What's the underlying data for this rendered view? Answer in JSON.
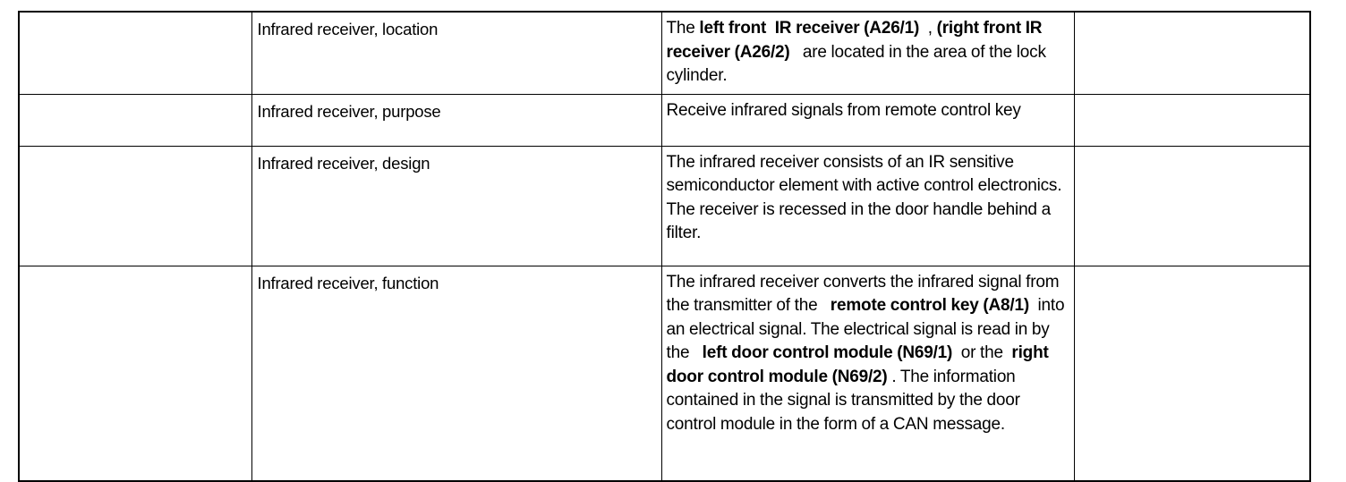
{
  "document": {
    "type": "specification-table",
    "background_color": "#ffffff",
    "text_color": "#000000",
    "border_color": "#000000",
    "columns": 4,
    "rows": 4
  },
  "table": {
    "rows": [
      {
        "col1": "",
        "label": "Infrared receiver, location",
        "description_plain": "The left front  IR receiver (A26/1)  , (right front IR receiver (A26/2)   are located in the area of the lock cylinder.",
        "description_runs": [
          {
            "text": "The ",
            "bold": false
          },
          {
            "text": "left front  IR receiver (A26/1)",
            "bold": true
          },
          {
            "text": "  , ",
            "bold": false
          },
          {
            "text": "(right front IR receiver (A26/2)",
            "bold": true
          },
          {
            "text": "   are located in the area of the lock cylinder.",
            "bold": false
          }
        ],
        "col4": ""
      },
      {
        "col1": "",
        "label": "Infrared receiver, purpose",
        "description_plain": "Receive infrared signals from remote control key",
        "description_runs": [
          {
            "text": "Receive infrared signals from remote control key",
            "bold": false
          }
        ],
        "col4": ""
      },
      {
        "col1": "",
        "label": "Infrared receiver, design",
        "description_plain": "The infrared receiver consists of an IR sensitive semiconductor element with active control electronics.\nThe receiver is recessed in the door handle behind a filter.",
        "description_runs": [
          {
            "text": "The infrared receiver consists of an IR sensitive semiconductor element with active control electronics.\nThe receiver is recessed in the door handle behind a filter.",
            "bold": false
          }
        ],
        "col4": ""
      },
      {
        "col1": "",
        "label": "Infrared receiver, function",
        "description_plain": "The infrared receiver converts the infrared signal from the transmitter of the   remote control key (A8/1)  into an electrical signal. The electrical signal is read in by the   left door control module (N69/1)  or the  right door control module (N69/2) . The information contained in the signal is transmitted by the door control module in the form of a CAN message.",
        "description_runs": [
          {
            "text": "The infrared receiver converts the infrared signal from the transmitter of the   ",
            "bold": false
          },
          {
            "text": "remote control key (A8/1)",
            "bold": true
          },
          {
            "text": "  into an electrical signal. The electrical signal is read in by the   ",
            "bold": false
          },
          {
            "text": "left door control module (N69/1)",
            "bold": true
          },
          {
            "text": "  or the  ",
            "bold": false
          },
          {
            "text": "right door control module (N69/2)",
            "bold": true
          },
          {
            "text": " . The information contained in the signal is transmitted by the door control module in the form of a CAN message.",
            "bold": false
          }
        ],
        "col4": ""
      }
    ]
  }
}
